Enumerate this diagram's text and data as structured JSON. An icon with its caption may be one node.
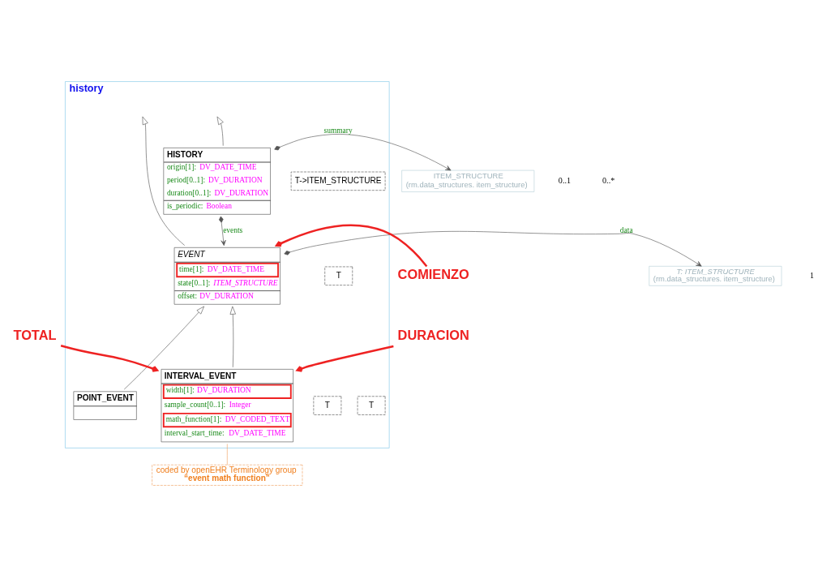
{
  "diagram": {
    "nodes": [
      {
        "text": [
          "history"
        ]
      },
      {
        "text": [
          "HISTORY",
          "origin[1]: DV_DATE_TIME",
          "period[0..1]: DV_DURATION",
          "duration[0..1]: DV_DURATION",
          "is_periodic: Boolean"
        ],
        "in": 0
      },
      {
        "text": [
          "T->ITEM_STRUCTURE"
        ],
        "in": 0
      },
      {
        "text": [
          "ITEM_STRUCTURE",
          "(rm.data_structures. item_structure)"
        ]
      },
      {
        "text": [
          "EVENT",
          "time[1]: DV_DATE_TIME",
          "state[0..1]: ITEM_STRUCTURE",
          "offset: DV_DURATION"
        ],
        "in": 0
      },
      {
        "text": [
          "T"
        ],
        "in": 0
      },
      {
        "text": [
          "T: ITEM_STRUCTURE",
          "(rm.data_structures. item_structure)"
        ]
      },
      {
        "text": [
          "POINT_EVENT"
        ],
        "in": 0
      },
      {
        "text": [
          "T"
        ],
        "in": 0
      },
      {
        "text": [
          "INTERVAL_EVENT",
          "width[1]: DV_DURATION",
          "sample_count[0..1]: Integer",
          "math_function[1]: DV_CODED_TEXT",
          "interval_start_time: DV_DATE_TIME"
        ],
        "in": 0
      },
      {
        "text": [
          "T"
        ],
        "in": 0
      },
      {
        "text": [
          "COMIENZO"
        ]
      },
      {
        "text": [
          "DURACION"
        ]
      },
      {
        "text": [
          "TOTAL"
        ]
      },
      {
        "text": [
          "coded by openEHR Terminology group",
          "“event math function”"
        ]
      }
    ],
    "edges": [
      {
        "from": 1,
        "to": null,
        "arrow": "to"
      },
      {
        "from": 4,
        "to": null,
        "arrow": "to"
      },
      {
        "from": 1,
        "to": 3,
        "arrow": "to",
        "label": "summary"
      },
      {
        "from": 1,
        "to": 4,
        "arrow": "to",
        "label": "events"
      },
      {
        "from": 4,
        "to": 6,
        "arrow": "to",
        "label": "data"
      },
      {
        "from": 7,
        "to": 4,
        "arrow": "to"
      },
      {
        "from": 9,
        "to": 4,
        "arrow": "to"
      },
      {
        "from": 11,
        "to": 4,
        "arrow": "to",
        "style": "thick",
        "color": "#ee2222"
      },
      {
        "from": 12,
        "to": 9,
        "arrow": "to",
        "style": "thick",
        "color": "#ee2222"
      },
      {
        "from": 13,
        "to": 9,
        "arrow": "to",
        "style": "thick",
        "color": "#ee2222"
      },
      {
        "from": 9,
        "to": 14,
        "arrow": "none",
        "color": "#f0a060"
      }
    ],
    "labels": [
      "0..1",
      "0..*",
      "1"
    ]
  }
}
